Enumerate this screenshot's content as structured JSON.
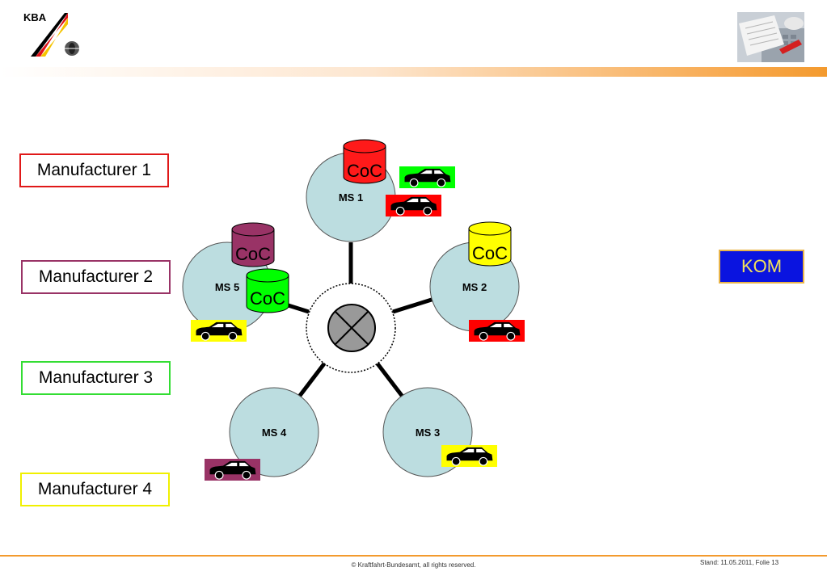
{
  "header": {
    "logo_text": "KBA"
  },
  "diagram": {
    "ms_nodes": [
      {
        "id": "ms1",
        "label": "MS 1"
      },
      {
        "id": "ms2",
        "label": "MS 2"
      },
      {
        "id": "ms3",
        "label": "MS 3"
      },
      {
        "id": "ms4",
        "label": "MS 4"
      },
      {
        "id": "ms5",
        "label": "MS 5"
      }
    ],
    "coc_databases": [
      {
        "label": "CoC",
        "fill": "#ff1a1a",
        "text_color": "#000000"
      },
      {
        "label": "CoC",
        "fill": "#ffff00",
        "text_color": "#000000"
      },
      {
        "label": "CoC",
        "fill": "#993366",
        "text_color": "#000000"
      },
      {
        "label": "CoC",
        "fill": "#00ff00",
        "text_color": "#000000"
      }
    ],
    "car_tag_colors": [
      "#00ff00",
      "#ff0000",
      "#ff0000",
      "#ffff00",
      "#ffff00",
      "#993366"
    ],
    "manufacturers": [
      {
        "label": "Manufacturer 1",
        "border": "#e01818"
      },
      {
        "label": "Manufacturer 2",
        "border": "#993366"
      },
      {
        "label": "Manufacturer 3",
        "border": "#33dd33"
      },
      {
        "label": "Manufacturer 4",
        "border": "#f0f000"
      }
    ],
    "kom_label": "KOM"
  },
  "footer": {
    "copyright": "© Kraftfahrt-Bundesamt, all rights reserved.",
    "stand": "Stand: 11.05.2011, Folie 13"
  }
}
